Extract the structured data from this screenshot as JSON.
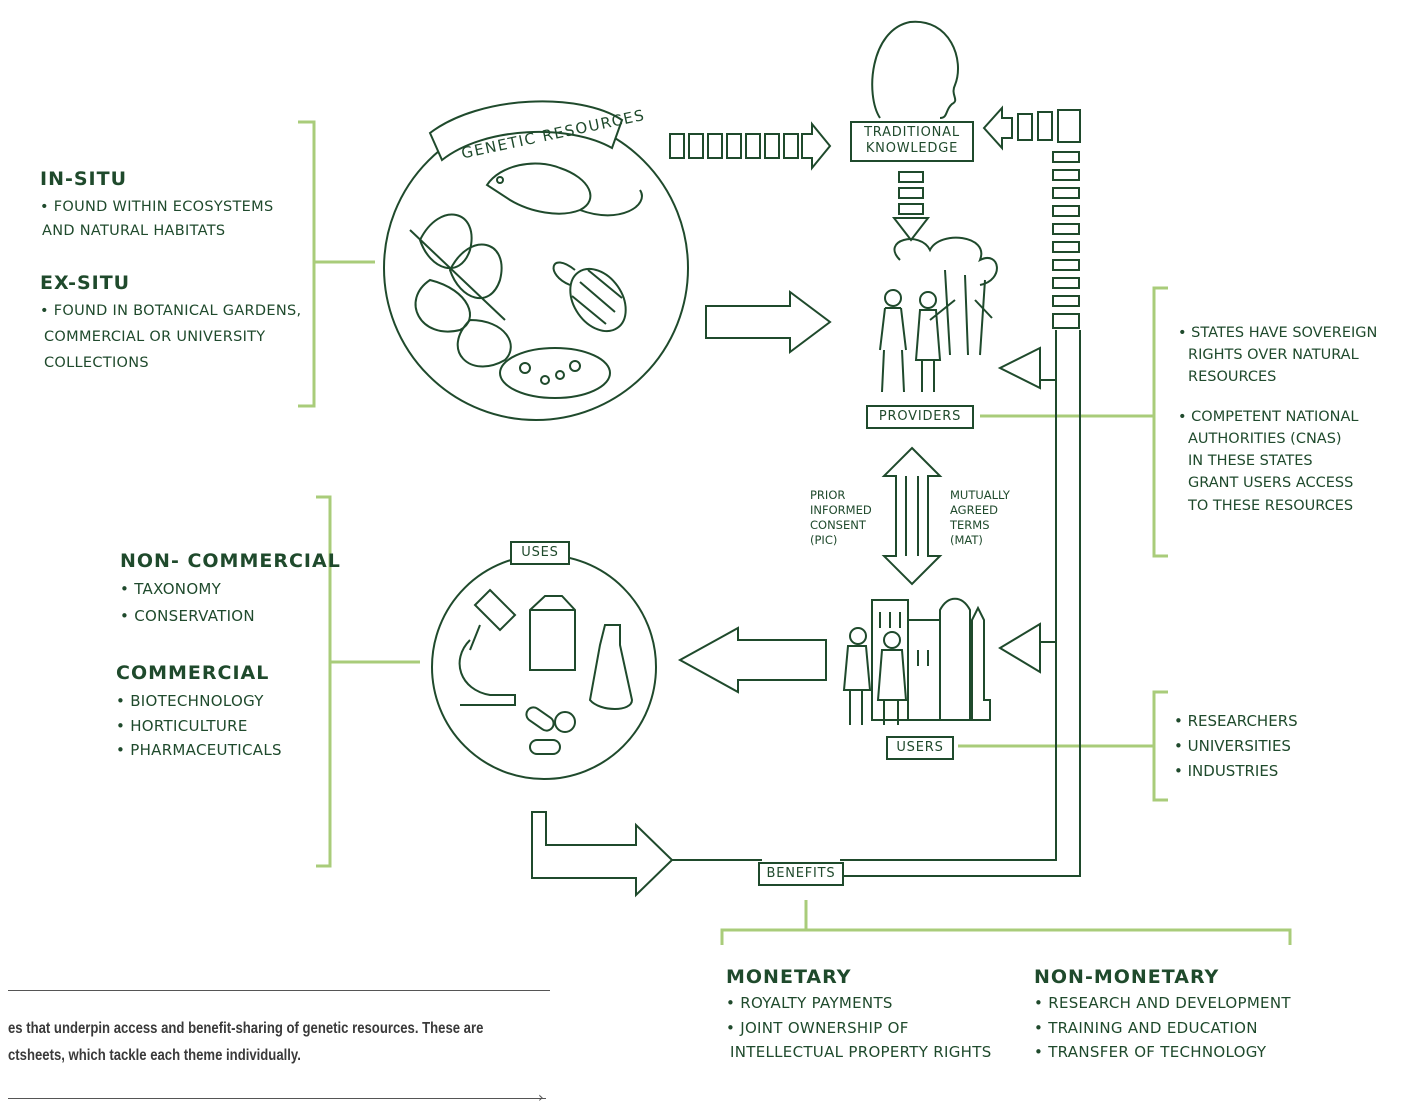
{
  "colors": {
    "ink": "#1f4a2c",
    "bracket": "#a9cc7a",
    "caption": "#3a3a3a"
  },
  "genetic_resources": {
    "label": "Genetic resources"
  },
  "traditional_knowledge": {
    "line1": "Traditional",
    "line2": "knowledge"
  },
  "providers": {
    "label": "Providers"
  },
  "users": {
    "label": "Users"
  },
  "uses": {
    "label": "Uses"
  },
  "benefits": {
    "label": "Benefits"
  },
  "pic": {
    "lines": [
      "Prior",
      "informed",
      "consent",
      "(PIC)"
    ]
  },
  "mat": {
    "lines": [
      "Mutually",
      "agreed",
      "terms",
      "(MAT)"
    ]
  },
  "in_situ": {
    "heading": "In-situ",
    "items": [
      "Found within ecosystems",
      "and natural habitats"
    ]
  },
  "ex_situ": {
    "heading": "Ex-situ",
    "items": [
      "Found in botanical gardens,",
      "commercial or university",
      "collections"
    ]
  },
  "non_commercial": {
    "heading": "Non- Commercial",
    "items": [
      "Taxonomy",
      "Conservation"
    ]
  },
  "commercial": {
    "heading": "Commercial",
    "items": [
      "Biotechnology",
      "Horticulture",
      "Pharmaceuticals"
    ]
  },
  "states": {
    "items": [
      "States have sovereign",
      "rights over natural",
      "resources"
    ]
  },
  "cnas": {
    "items": [
      "Competent national",
      "authorities (CNAs)",
      "in these states",
      "grant users access",
      "to these resources"
    ]
  },
  "user_types": {
    "items": [
      "Researchers",
      "Universities",
      "Industries"
    ]
  },
  "monetary": {
    "heading": "Monetary",
    "items": [
      "Royalty payments",
      "Joint ownership of",
      "intellectual property rights"
    ]
  },
  "non_monetary": {
    "heading": "Non-monetary",
    "items": [
      "Research and development",
      "Training and education",
      "Transfer of technology"
    ]
  },
  "caption": {
    "line1": "es that underpin access and benefit-sharing of genetic resources. These are",
    "line2": "ctsheets, which tackle each theme individually."
  }
}
